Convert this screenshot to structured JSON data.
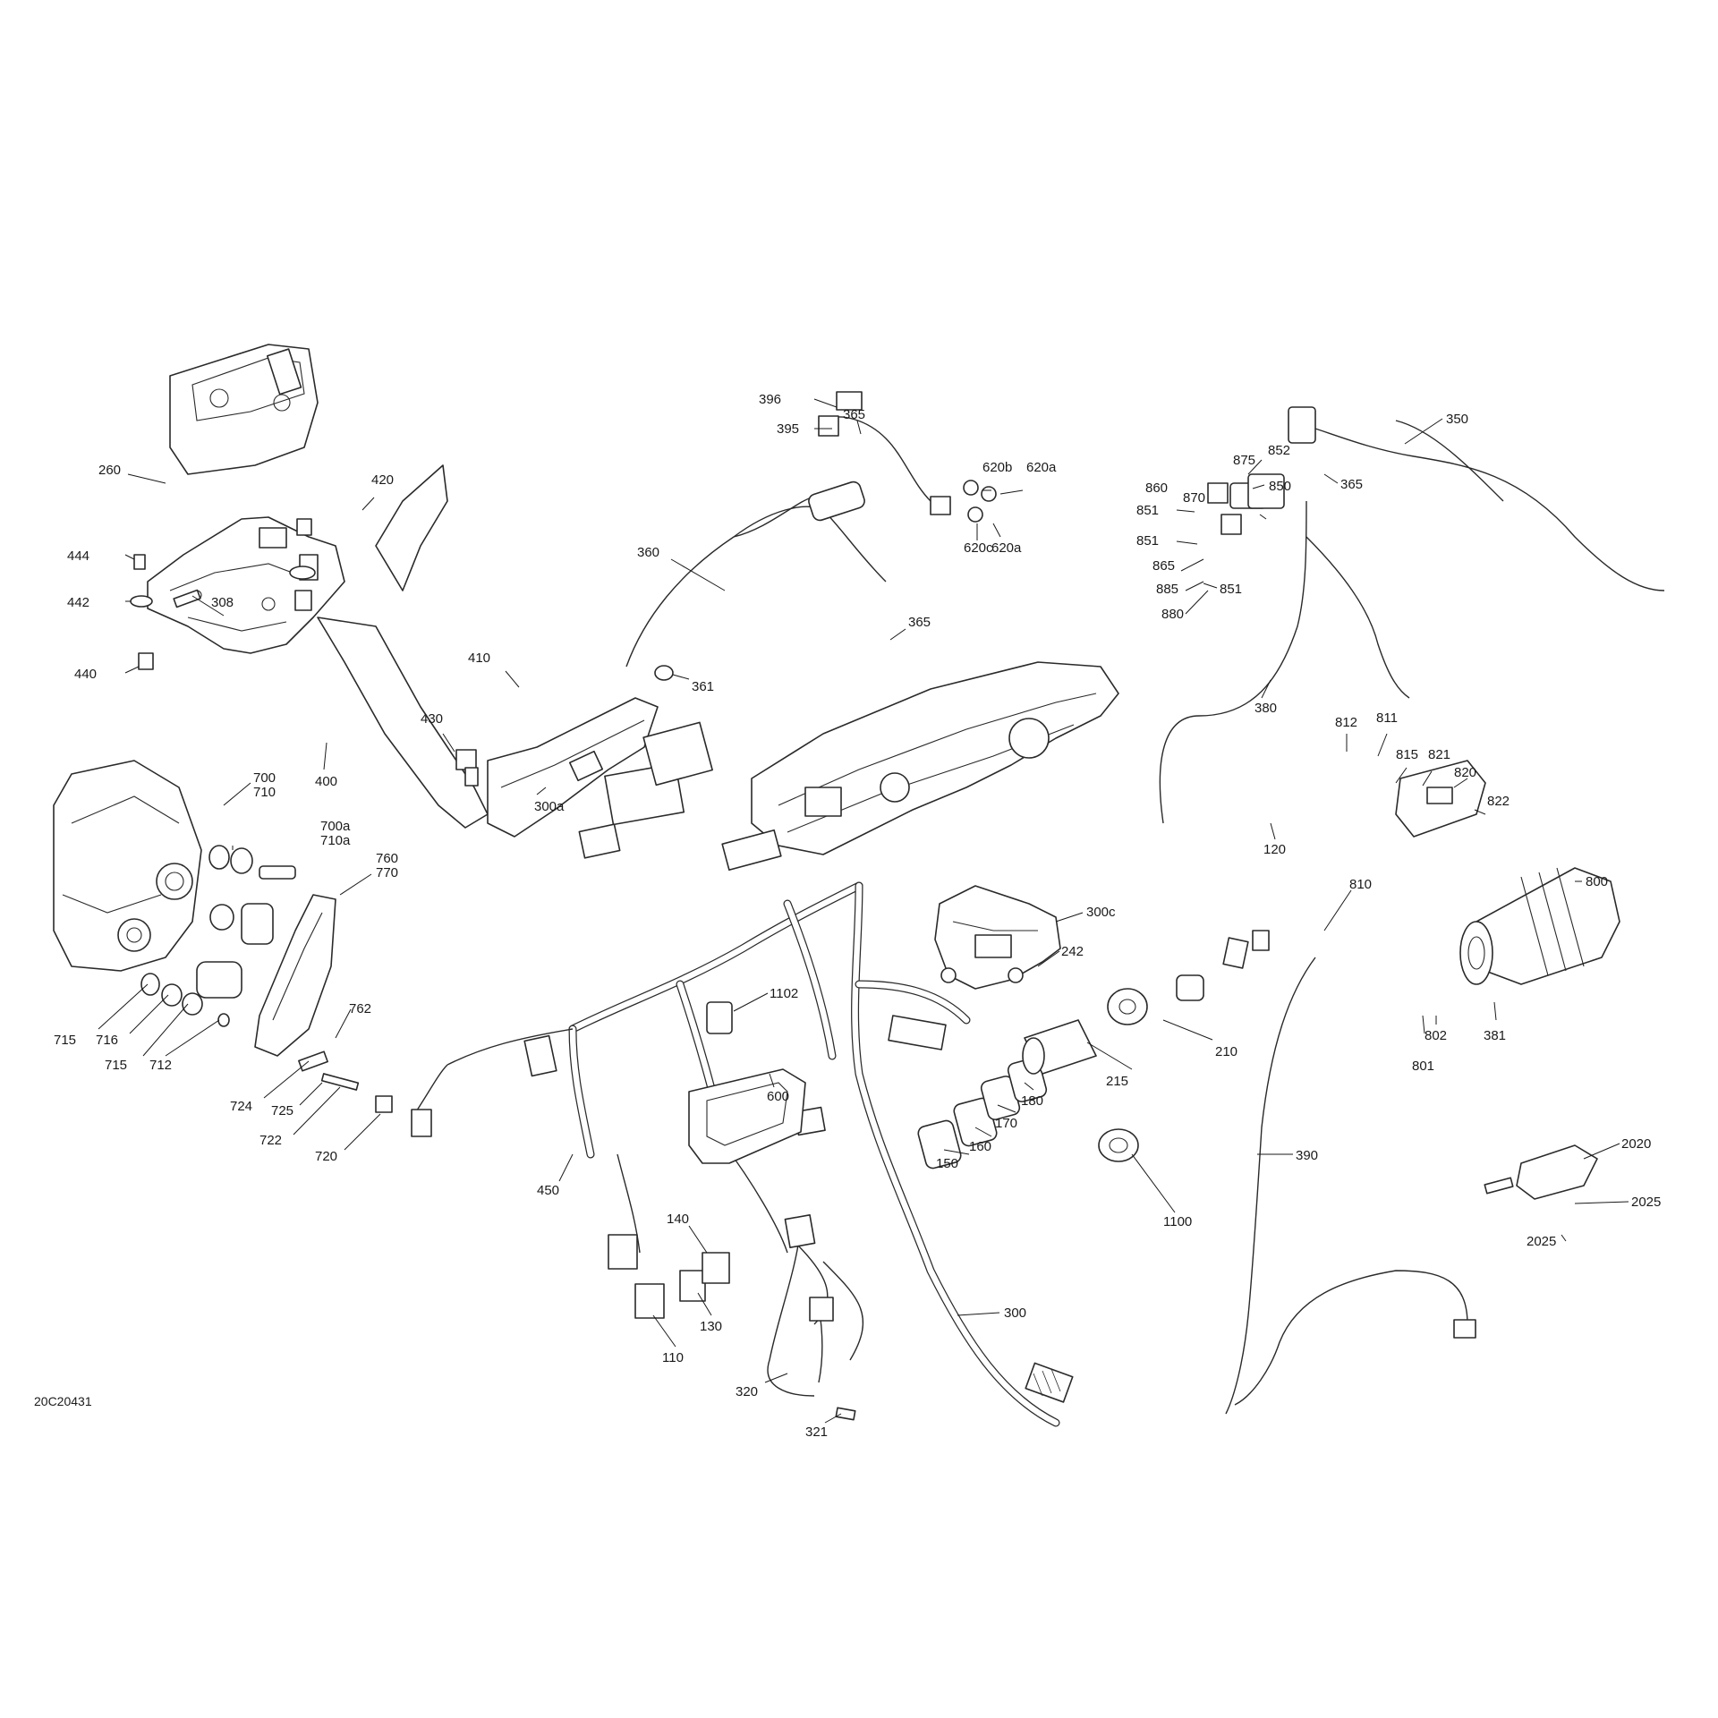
{
  "drawing_id": "20C20431",
  "callouts": [
    {
      "id": "c396",
      "text": "396"
    },
    {
      "id": "c395",
      "text": "395"
    },
    {
      "id": "c365a",
      "text": "365"
    },
    {
      "id": "c620b",
      "text": "620b"
    },
    {
      "id": "c620a1",
      "text": "620a"
    },
    {
      "id": "c620c",
      "text": "620c"
    },
    {
      "id": "c620a2",
      "text": "620a"
    },
    {
      "id": "c360",
      "text": "360"
    },
    {
      "id": "c365b",
      "text": "365"
    },
    {
      "id": "c361",
      "text": "361"
    },
    {
      "id": "c350",
      "text": "350"
    },
    {
      "id": "c365c",
      "text": "365"
    },
    {
      "id": "c875",
      "text": "875"
    },
    {
      "id": "c852",
      "text": "852"
    },
    {
      "id": "c850",
      "text": "850"
    },
    {
      "id": "c860",
      "text": "860"
    },
    {
      "id": "c870",
      "text": "870"
    },
    {
      "id": "c851a",
      "text": "851"
    },
    {
      "id": "c851b",
      "text": "851"
    },
    {
      "id": "c865",
      "text": "865"
    },
    {
      "id": "c885",
      "text": "885"
    },
    {
      "id": "c851c",
      "text": "851"
    },
    {
      "id": "c880",
      "text": "880"
    },
    {
      "id": "c380",
      "text": "380"
    },
    {
      "id": "c812",
      "text": "812"
    },
    {
      "id": "c811",
      "text": "811"
    },
    {
      "id": "c815",
      "text": "815"
    },
    {
      "id": "c821",
      "text": "821"
    },
    {
      "id": "c820",
      "text": "820"
    },
    {
      "id": "c822",
      "text": "822"
    },
    {
      "id": "c120",
      "text": "120"
    },
    {
      "id": "c810",
      "text": "810"
    },
    {
      "id": "c800",
      "text": "800"
    },
    {
      "id": "c260",
      "text": "260"
    },
    {
      "id": "c420",
      "text": "420"
    },
    {
      "id": "c444",
      "text": "444"
    },
    {
      "id": "c442",
      "text": "442"
    },
    {
      "id": "c308",
      "text": "308"
    },
    {
      "id": "c440",
      "text": "440"
    },
    {
      "id": "c410",
      "text": "410"
    },
    {
      "id": "c430",
      "text": "430"
    },
    {
      "id": "c400",
      "text": "400"
    },
    {
      "id": "c300a",
      "text": "300a"
    },
    {
      "id": "c700",
      "text": "700"
    },
    {
      "id": "c710",
      "text": "710"
    },
    {
      "id": "c700a",
      "text": "700a"
    },
    {
      "id": "c710a",
      "text": "710a"
    },
    {
      "id": "c760",
      "text": "760"
    },
    {
      "id": "c770",
      "text": "770"
    },
    {
      "id": "c300c",
      "text": "300c"
    },
    {
      "id": "c242",
      "text": "242"
    },
    {
      "id": "c1102",
      "text": "1102"
    },
    {
      "id": "c210",
      "text": "210"
    },
    {
      "id": "c215",
      "text": "215"
    },
    {
      "id": "c802",
      "text": "802"
    },
    {
      "id": "c381",
      "text": "381"
    },
    {
      "id": "c801",
      "text": "801"
    },
    {
      "id": "c715a",
      "text": "715"
    },
    {
      "id": "c716",
      "text": "716"
    },
    {
      "id": "c715b",
      "text": "715"
    },
    {
      "id": "c712",
      "text": "712"
    },
    {
      "id": "c762",
      "text": "762"
    },
    {
      "id": "c724",
      "text": "724"
    },
    {
      "id": "c725",
      "text": "725"
    },
    {
      "id": "c722",
      "text": "722"
    },
    {
      "id": "c720",
      "text": "720"
    },
    {
      "id": "c600",
      "text": "600"
    },
    {
      "id": "c180",
      "text": "180"
    },
    {
      "id": "c170",
      "text": "170"
    },
    {
      "id": "c160",
      "text": "160"
    },
    {
      "id": "c150",
      "text": "150"
    },
    {
      "id": "c390",
      "text": "390"
    },
    {
      "id": "c1100",
      "text": "1100"
    },
    {
      "id": "c450",
      "text": "450"
    },
    {
      "id": "c140",
      "text": "140"
    },
    {
      "id": "c130",
      "text": "130"
    },
    {
      "id": "c110",
      "text": "110"
    },
    {
      "id": "c300",
      "text": "300"
    },
    {
      "id": "c2020",
      "text": "2020"
    },
    {
      "id": "c2025a",
      "text": "2025"
    },
    {
      "id": "c2025b",
      "text": "2025"
    },
    {
      "id": "c320",
      "text": "320"
    },
    {
      "id": "c321",
      "text": "321"
    }
  ]
}
